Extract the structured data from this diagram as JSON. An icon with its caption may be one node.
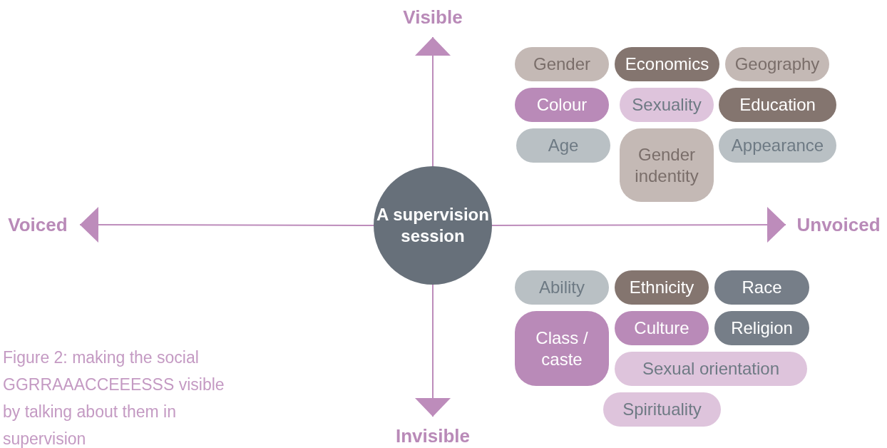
{
  "diagram": {
    "caption": "Figure 2: making the social GGRRAAACCEEESSS visible by talking about them in supervision",
    "nodes": [
      {
        "text": [
          "A supervision session"
        ]
      },
      {
        "text": [
          "Visible"
        ]
      },
      {
        "text": [
          "Voiced"
        ]
      },
      {
        "text": [
          "Unvoiced"
        ]
      },
      {
        "text": [
          "Invisible"
        ]
      },
      {
        "text": [
          "Gender"
        ]
      },
      {
        "text": [
          "Economics"
        ]
      },
      {
        "text": [
          "Geography"
        ]
      },
      {
        "text": [
          "Colour"
        ]
      },
      {
        "text": [
          "Sexuality"
        ]
      },
      {
        "text": [
          "Education"
        ]
      },
      {
        "text": [
          "Age"
        ]
      },
      {
        "text": [
          "Gender indentity"
        ]
      },
      {
        "text": [
          "Appearance"
        ]
      },
      {
        "text": [
          "Ability"
        ]
      },
      {
        "text": [
          "Ethnicity"
        ]
      },
      {
        "text": [
          "Race"
        ]
      },
      {
        "text": [
          "Class / caste"
        ]
      },
      {
        "text": [
          "Culture"
        ]
      },
      {
        "text": [
          "Religion"
        ]
      },
      {
        "text": [
          "Sexual orientation"
        ]
      },
      {
        "text": [
          "Spirituality"
        ]
      }
    ],
    "edges": [
      {
        "from": 0,
        "to": 1,
        "arrow": "to"
      },
      {
        "from": 0,
        "to": 2,
        "arrow": "to"
      },
      {
        "from": 0,
        "to": 3,
        "arrow": "to"
      },
      {
        "from": 0,
        "to": 4,
        "arrow": "to"
      }
    ]
  }
}
